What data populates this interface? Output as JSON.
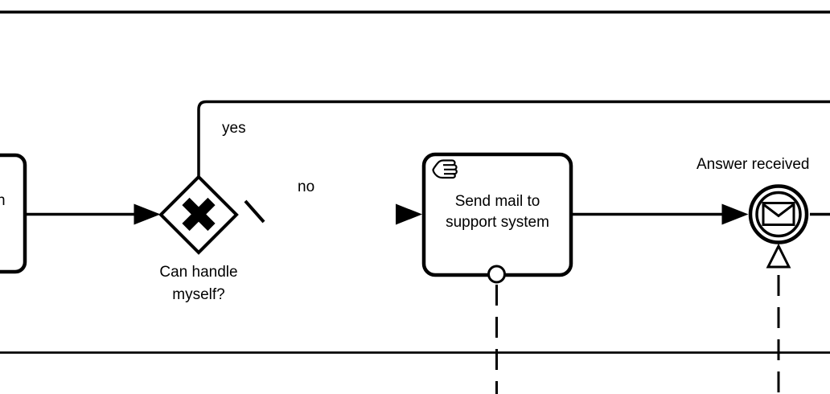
{
  "diagram": {
    "kind": "bpmn-process-fragment",
    "colors": {
      "stroke": "#000000",
      "fill": "#ffffff"
    },
    "upstream_task": {
      "visible_label_fragment": "n"
    },
    "gateway": {
      "label": "Can handle\nmyself?",
      "marker_icon": "x-gateway-icon"
    },
    "branches": {
      "yes_label": "yes",
      "no_label": "no",
      "default_marker_icon": "default-flow-slash-icon"
    },
    "manual_task": {
      "label": "Send mail to\nsupport system",
      "marker_icon": "hand-icon"
    },
    "message_event": {
      "label": "Answer received",
      "marker_icon": "envelope-icon"
    }
  }
}
